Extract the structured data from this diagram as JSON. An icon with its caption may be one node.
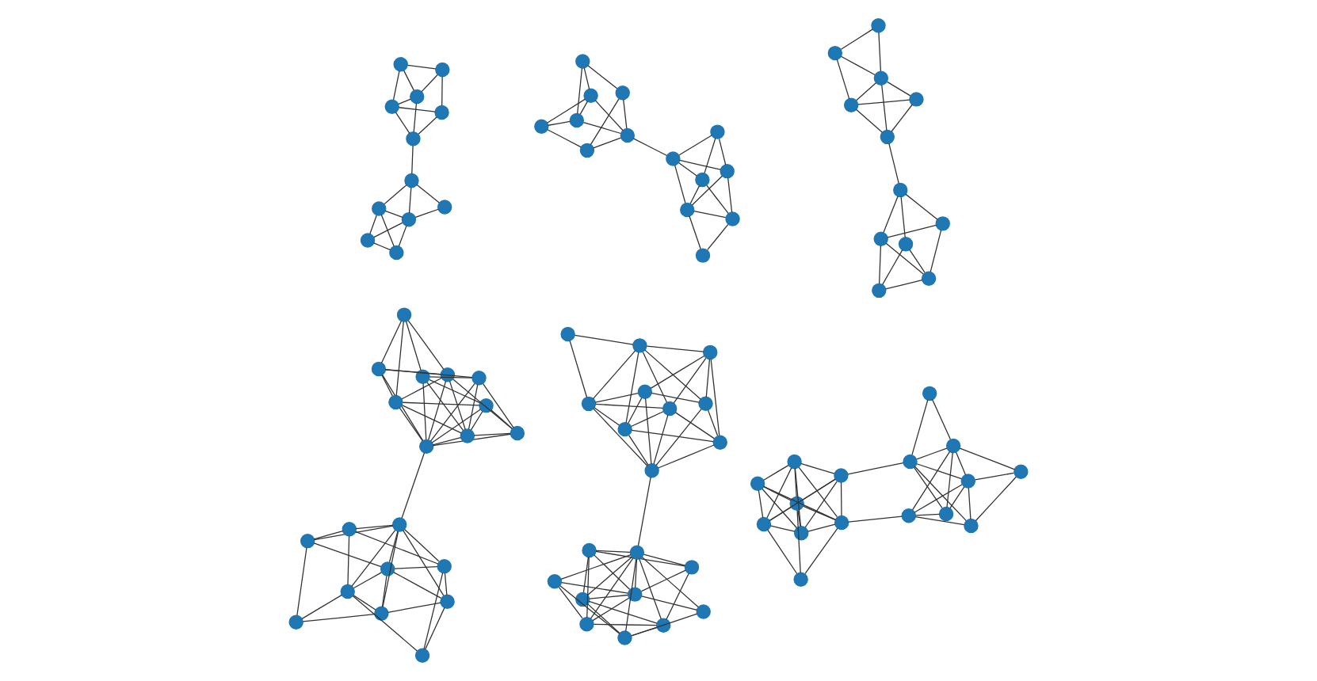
{
  "diagram": {
    "nodes": [
      {
        "text": [],
        "shape": "circle"
      },
      {
        "text": [],
        "shape": "circle"
      },
      {
        "text": [],
        "shape": "circle"
      },
      {
        "text": [],
        "shape": "circle"
      },
      {
        "text": [],
        "shape": "circle"
      },
      {
        "text": [],
        "shape": "circle"
      },
      {
        "text": [],
        "shape": "circle"
      },
      {
        "text": [],
        "shape": "circle"
      },
      {
        "text": [],
        "shape": "circle"
      },
      {
        "text": [],
        "shape": "circle"
      },
      {
        "text": [],
        "shape": "circle"
      },
      {
        "text": [],
        "shape": "circle"
      },
      {
        "text": [],
        "shape": "circle"
      },
      {
        "text": [],
        "shape": "circle"
      },
      {
        "text": [],
        "shape": "circle"
      },
      {
        "text": [],
        "shape": "circle"
      },
      {
        "text": [],
        "shape": "circle"
      },
      {
        "text": [],
        "shape": "circle"
      },
      {
        "text": [],
        "shape": "circle"
      },
      {
        "text": [],
        "shape": "circle"
      },
      {
        "text": [],
        "shape": "circle"
      },
      {
        "text": [],
        "shape": "circle"
      },
      {
        "text": [],
        "shape": "circle"
      },
      {
        "text": [],
        "shape": "circle"
      },
      {
        "text": [],
        "shape": "circle"
      },
      {
        "text": [],
        "shape": "circle"
      },
      {
        "text": [],
        "shape": "circle"
      },
      {
        "text": [],
        "shape": "circle"
      },
      {
        "text": [],
        "shape": "circle"
      },
      {
        "text": [],
        "shape": "circle"
      },
      {
        "text": [],
        "shape": "circle"
      },
      {
        "text": [],
        "shape": "circle"
      },
      {
        "text": [],
        "shape": "circle"
      },
      {
        "text": [],
        "shape": "circle"
      },
      {
        "text": [],
        "shape": "circle"
      },
      {
        "text": [],
        "shape": "circle"
      },
      {
        "text": [],
        "shape": "circle"
      },
      {
        "text": [],
        "shape": "circle"
      },
      {
        "text": [],
        "shape": "circle"
      },
      {
        "text": [],
        "shape": "circle"
      },
      {
        "text": [],
        "shape": "circle"
      },
      {
        "text": [],
        "shape": "circle"
      },
      {
        "text": [],
        "shape": "circle"
      },
      {
        "text": [],
        "shape": "circle"
      },
      {
        "text": [],
        "shape": "circle"
      },
      {
        "text": [],
        "shape": "circle"
      },
      {
        "text": [],
        "shape": "circle"
      },
      {
        "text": [],
        "shape": "circle"
      },
      {
        "text": [],
        "shape": "circle"
      },
      {
        "text": [],
        "shape": "circle"
      },
      {
        "text": [],
        "shape": "circle"
      },
      {
        "text": [],
        "shape": "circle"
      },
      {
        "text": [],
        "shape": "circle"
      },
      {
        "text": [],
        "shape": "circle"
      },
      {
        "text": [],
        "shape": "circle"
      },
      {
        "text": [],
        "shape": "circle"
      },
      {
        "text": [],
        "shape": "circle"
      },
      {
        "text": [],
        "shape": "circle"
      },
      {
        "text": [],
        "shape": "circle"
      },
      {
        "text": [],
        "shape": "circle"
      },
      {
        "text": [],
        "shape": "circle"
      },
      {
        "text": [],
        "shape": "circle"
      },
      {
        "text": [],
        "shape": "circle"
      },
      {
        "text": [],
        "shape": "circle"
      },
      {
        "text": [],
        "shape": "circle"
      },
      {
        "text": [],
        "shape": "circle"
      },
      {
        "text": [],
        "shape": "circle"
      },
      {
        "text": [],
        "shape": "circle"
      },
      {
        "text": [],
        "shape": "circle"
      },
      {
        "text": [],
        "shape": "circle"
      },
      {
        "text": [],
        "shape": "circle"
      },
      {
        "text": [],
        "shape": "circle"
      },
      {
        "text": [],
        "shape": "circle"
      },
      {
        "text": [],
        "shape": "circle"
      },
      {
        "text": [],
        "shape": "circle"
      },
      {
        "text": [],
        "shape": "circle"
      },
      {
        "text": [],
        "shape": "circle"
      },
      {
        "text": [],
        "shape": "circle"
      },
      {
        "text": [],
        "shape": "circle"
      },
      {
        "text": [],
        "shape": "circle"
      },
      {
        "text": [],
        "shape": "circle"
      },
      {
        "text": [],
        "shape": "circle"
      },
      {
        "text": [],
        "shape": "circle"
      },
      {
        "text": [],
        "shape": "circle"
      },
      {
        "text": [],
        "shape": "circle"
      },
      {
        "text": [],
        "shape": "circle"
      },
      {
        "text": [],
        "shape": "circle"
      },
      {
        "text": [],
        "shape": "circle"
      },
      {
        "text": [],
        "shape": "circle"
      },
      {
        "text": [],
        "shape": "circle"
      },
      {
        "text": [],
        "shape": "circle"
      },
      {
        "text": [],
        "shape": "circle"
      },
      {
        "text": [],
        "shape": "circle"
      },
      {
        "text": [],
        "shape": "circle"
      }
    ],
    "edges": [
      {
        "from": 0,
        "to": 1,
        "arrow": "none"
      },
      {
        "from": 0,
        "to": 2,
        "arrow": "none"
      },
      {
        "from": 0,
        "to": 3,
        "arrow": "none"
      },
      {
        "from": 1,
        "to": 2,
        "arrow": "none"
      },
      {
        "from": 1,
        "to": 4,
        "arrow": "none"
      },
      {
        "from": 2,
        "to": 3,
        "arrow": "none"
      },
      {
        "from": 2,
        "to": 5,
        "arrow": "none"
      },
      {
        "from": 3,
        "to": 4,
        "arrow": "none"
      },
      {
        "from": 3,
        "to": 5,
        "arrow": "none"
      },
      {
        "from": 4,
        "to": 5,
        "arrow": "none"
      },
      {
        "from": 5,
        "to": 6,
        "arrow": "none"
      },
      {
        "from": 6,
        "to": 7,
        "arrow": "none"
      },
      {
        "from": 6,
        "to": 8,
        "arrow": "none"
      },
      {
        "from": 6,
        "to": 9,
        "arrow": "none"
      },
      {
        "from": 7,
        "to": 9,
        "arrow": "none"
      },
      {
        "from": 8,
        "to": 9,
        "arrow": "none"
      },
      {
        "from": 8,
        "to": 10,
        "arrow": "none"
      },
      {
        "from": 8,
        "to": 11,
        "arrow": "none"
      },
      {
        "from": 9,
        "to": 10,
        "arrow": "none"
      },
      {
        "from": 9,
        "to": 11,
        "arrow": "none"
      },
      {
        "from": 10,
        "to": 11,
        "arrow": "none"
      },
      {
        "from": 12,
        "to": 13,
        "arrow": "none"
      },
      {
        "from": 12,
        "to": 14,
        "arrow": "none"
      },
      {
        "from": 12,
        "to": 15,
        "arrow": "none"
      },
      {
        "from": 13,
        "to": 14,
        "arrow": "none"
      },
      {
        "from": 13,
        "to": 16,
        "arrow": "none"
      },
      {
        "from": 15,
        "to": 18,
        "arrow": "none"
      },
      {
        "from": 15,
        "to": 17,
        "arrow": "none"
      },
      {
        "from": 16,
        "to": 17,
        "arrow": "none"
      },
      {
        "from": 16,
        "to": 18,
        "arrow": "none"
      },
      {
        "from": 14,
        "to": 17,
        "arrow": "none"
      },
      {
        "from": 14,
        "to": 18,
        "arrow": "none"
      },
      {
        "from": 17,
        "to": 18,
        "arrow": "none"
      },
      {
        "from": 14,
        "to": 19,
        "arrow": "none"
      },
      {
        "from": 19,
        "to": 20,
        "arrow": "none"
      },
      {
        "from": 19,
        "to": 23,
        "arrow": "none"
      },
      {
        "from": 19,
        "to": 24,
        "arrow": "none"
      },
      {
        "from": 19,
        "to": 25,
        "arrow": "none"
      },
      {
        "from": 20,
        "to": 21,
        "arrow": "none"
      },
      {
        "from": 20,
        "to": 22,
        "arrow": "none"
      },
      {
        "from": 20,
        "to": 23,
        "arrow": "none"
      },
      {
        "from": 20,
        "to": 24,
        "arrow": "none"
      },
      {
        "from": 21,
        "to": 22,
        "arrow": "none"
      },
      {
        "from": 22,
        "to": 23,
        "arrow": "none"
      },
      {
        "from": 22,
        "to": 24,
        "arrow": "none"
      },
      {
        "from": 23,
        "to": 25,
        "arrow": "none"
      },
      {
        "from": 24,
        "to": 25,
        "arrow": "none"
      },
      {
        "from": 26,
        "to": 27,
        "arrow": "none"
      },
      {
        "from": 26,
        "to": 28,
        "arrow": "none"
      },
      {
        "from": 26,
        "to": 29,
        "arrow": "none"
      },
      {
        "from": 27,
        "to": 29,
        "arrow": "none"
      },
      {
        "from": 29,
        "to": 30,
        "arrow": "none"
      },
      {
        "from": 28,
        "to": 29,
        "arrow": "none"
      },
      {
        "from": 28,
        "to": 31,
        "arrow": "none"
      },
      {
        "from": 28,
        "to": 30,
        "arrow": "none"
      },
      {
        "from": 29,
        "to": 31,
        "arrow": "none"
      },
      {
        "from": 31,
        "to": 30,
        "arrow": "none"
      },
      {
        "from": 30,
        "to": 32,
        "arrow": "none"
      },
      {
        "from": 32,
        "to": 33,
        "arrow": "none"
      },
      {
        "from": 32,
        "to": 34,
        "arrow": "none"
      },
      {
        "from": 32,
        "to": 36,
        "arrow": "none"
      },
      {
        "from": 33,
        "to": 34,
        "arrow": "none"
      },
      {
        "from": 33,
        "to": 35,
        "arrow": "none"
      },
      {
        "from": 34,
        "to": 35,
        "arrow": "none"
      },
      {
        "from": 34,
        "to": 37,
        "arrow": "none"
      },
      {
        "from": 35,
        "to": 36,
        "arrow": "none"
      },
      {
        "from": 35,
        "to": 37,
        "arrow": "none"
      },
      {
        "from": 36,
        "to": 37,
        "arrow": "none"
      },
      {
        "from": 38,
        "to": 39,
        "arrow": "none"
      },
      {
        "from": 38,
        "to": 40,
        "arrow": "none"
      },
      {
        "from": 38,
        "to": 42,
        "arrow": "none"
      },
      {
        "from": 39,
        "to": 43,
        "arrow": "none"
      },
      {
        "from": 39,
        "to": 42,
        "arrow": "none"
      },
      {
        "from": 39,
        "to": 45,
        "arrow": "none"
      },
      {
        "from": 40,
        "to": 43,
        "arrow": "none"
      },
      {
        "from": 40,
        "to": 47,
        "arrow": "none"
      },
      {
        "from": 41,
        "to": 40,
        "arrow": "none"
      },
      {
        "from": 41,
        "to": 42,
        "arrow": "none"
      },
      {
        "from": 41,
        "to": 47,
        "arrow": "none"
      },
      {
        "from": 41,
        "to": 46,
        "arrow": "none"
      },
      {
        "from": 42,
        "to": 47,
        "arrow": "none"
      },
      {
        "from": 42,
        "to": 44,
        "arrow": "none"
      },
      {
        "from": 42,
        "to": 43,
        "arrow": "none"
      },
      {
        "from": 43,
        "to": 45,
        "arrow": "none"
      },
      {
        "from": 43,
        "to": 46,
        "arrow": "none"
      },
      {
        "from": 43,
        "to": 47,
        "arrow": "none"
      },
      {
        "from": 44,
        "to": 45,
        "arrow": "none"
      },
      {
        "from": 44,
        "to": 46,
        "arrow": "none"
      },
      {
        "from": 45,
        "to": 46,
        "arrow": "none"
      },
      {
        "from": 45,
        "to": 47,
        "arrow": "none"
      },
      {
        "from": 46,
        "to": 47,
        "arrow": "none"
      },
      {
        "from": 39,
        "to": 47,
        "arrow": "none"
      },
      {
        "from": 47,
        "to": 48,
        "arrow": "none"
      },
      {
        "from": 48,
        "to": 49,
        "arrow": "none"
      },
      {
        "from": 48,
        "to": 50,
        "arrow": "none"
      },
      {
        "from": 48,
        "to": 51,
        "arrow": "none"
      },
      {
        "from": 48,
        "to": 52,
        "arrow": "none"
      },
      {
        "from": 48,
        "to": 53,
        "arrow": "none"
      },
      {
        "from": 48,
        "to": 54,
        "arrow": "none"
      },
      {
        "from": 48,
        "to": 55,
        "arrow": "none"
      },
      {
        "from": 48,
        "to": 57,
        "arrow": "none"
      },
      {
        "from": 49,
        "to": 50,
        "arrow": "none"
      },
      {
        "from": 49,
        "to": 51,
        "arrow": "none"
      },
      {
        "from": 49,
        "to": 52,
        "arrow": "none"
      },
      {
        "from": 49,
        "to": 56,
        "arrow": "none"
      },
      {
        "from": 49,
        "to": 54,
        "arrow": "none"
      },
      {
        "from": 50,
        "to": 54,
        "arrow": "none"
      },
      {
        "from": 50,
        "to": 53,
        "arrow": "none"
      },
      {
        "from": 50,
        "to": 57,
        "arrow": "none"
      },
      {
        "from": 52,
        "to": 53,
        "arrow": "none"
      },
      {
        "from": 52,
        "to": 54,
        "arrow": "none"
      },
      {
        "from": 52,
        "to": 51,
        "arrow": "none"
      },
      {
        "from": 53,
        "to": 55,
        "arrow": "none"
      },
      {
        "from": 53,
        "to": 54,
        "arrow": "none"
      },
      {
        "from": 54,
        "to": 55,
        "arrow": "none"
      },
      {
        "from": 55,
        "to": 56,
        "arrow": "none"
      },
      {
        "from": 55,
        "to": 57,
        "arrow": "none"
      },
      {
        "from": 56,
        "to": 52,
        "arrow": "none"
      },
      {
        "from": 56,
        "to": 51,
        "arrow": "none"
      },
      {
        "from": 51,
        "to": 57,
        "arrow": "none"
      },
      {
        "from": 54,
        "to": 57,
        "arrow": "none"
      },
      {
        "from": 58,
        "to": 59,
        "arrow": "none"
      },
      {
        "from": 58,
        "to": 60,
        "arrow": "none"
      },
      {
        "from": 58,
        "to": 61,
        "arrow": "none"
      },
      {
        "from": 58,
        "to": 62,
        "arrow": "none"
      },
      {
        "from": 58,
        "to": 66,
        "arrow": "none"
      },
      {
        "from": 59,
        "to": 63,
        "arrow": "none"
      },
      {
        "from": 59,
        "to": 61,
        "arrow": "none"
      },
      {
        "from": 59,
        "to": 66,
        "arrow": "none"
      },
      {
        "from": 60,
        "to": 61,
        "arrow": "none"
      },
      {
        "from": 60,
        "to": 63,
        "arrow": "none"
      },
      {
        "from": 60,
        "to": 66,
        "arrow": "none"
      },
      {
        "from": 60,
        "to": 65,
        "arrow": "none"
      },
      {
        "from": 61,
        "to": 62,
        "arrow": "none"
      },
      {
        "from": 61,
        "to": 64,
        "arrow": "none"
      },
      {
        "from": 61,
        "to": 66,
        "arrow": "none"
      },
      {
        "from": 61,
        "to": 67,
        "arrow": "none"
      },
      {
        "from": 62,
        "to": 63,
        "arrow": "none"
      },
      {
        "from": 62,
        "to": 66,
        "arrow": "none"
      },
      {
        "from": 62,
        "to": 64,
        "arrow": "none"
      },
      {
        "from": 63,
        "to": 65,
        "arrow": "none"
      },
      {
        "from": 63,
        "to": 66,
        "arrow": "none"
      },
      {
        "from": 64,
        "to": 65,
        "arrow": "none"
      },
      {
        "from": 64,
        "to": 66,
        "arrow": "none"
      },
      {
        "from": 65,
        "to": 66,
        "arrow": "none"
      },
      {
        "from": 65,
        "to": 67,
        "arrow": "none"
      },
      {
        "from": 67,
        "to": 66,
        "arrow": "none"
      },
      {
        "from": 66,
        "to": 68,
        "arrow": "none"
      },
      {
        "from": 68,
        "to": 69,
        "arrow": "none"
      },
      {
        "from": 68,
        "to": 70,
        "arrow": "none"
      },
      {
        "from": 68,
        "to": 72,
        "arrow": "none"
      },
      {
        "from": 68,
        "to": 71,
        "arrow": "none"
      },
      {
        "from": 68,
        "to": 75,
        "arrow": "none"
      },
      {
        "from": 68,
        "to": 76,
        "arrow": "none"
      },
      {
        "from": 69,
        "to": 70,
        "arrow": "none"
      },
      {
        "from": 69,
        "to": 71,
        "arrow": "none"
      },
      {
        "from": 69,
        "to": 74,
        "arrow": "none"
      },
      {
        "from": 69,
        "to": 72,
        "arrow": "none"
      },
      {
        "from": 70,
        "to": 72,
        "arrow": "none"
      },
      {
        "from": 70,
        "to": 73,
        "arrow": "none"
      },
      {
        "from": 70,
        "to": 76,
        "arrow": "none"
      },
      {
        "from": 71,
        "to": 73,
        "arrow": "none"
      },
      {
        "from": 71,
        "to": 74,
        "arrow": "none"
      },
      {
        "from": 71,
        "to": 76,
        "arrow": "none"
      },
      {
        "from": 72,
        "to": 73,
        "arrow": "none"
      },
      {
        "from": 72,
        "to": 75,
        "arrow": "none"
      },
      {
        "from": 72,
        "to": 74,
        "arrow": "none"
      },
      {
        "from": 73,
        "to": 74,
        "arrow": "none"
      },
      {
        "from": 73,
        "to": 75,
        "arrow": "none"
      },
      {
        "from": 73,
        "to": 77,
        "arrow": "none"
      },
      {
        "from": 74,
        "to": 76,
        "arrow": "none"
      },
      {
        "from": 75,
        "to": 77,
        "arrow": "none"
      },
      {
        "from": 75,
        "to": 76,
        "arrow": "none"
      },
      {
        "from": 70,
        "to": 75,
        "arrow": "none"
      },
      {
        "from": 78,
        "to": 79,
        "arrow": "none"
      },
      {
        "from": 78,
        "to": 80,
        "arrow": "none"
      },
      {
        "from": 78,
        "to": 81,
        "arrow": "none"
      },
      {
        "from": 78,
        "to": 82,
        "arrow": "none"
      },
      {
        "from": 78,
        "to": 83,
        "arrow": "none"
      },
      {
        "from": 79,
        "to": 80,
        "arrow": "none"
      },
      {
        "from": 79,
        "to": 81,
        "arrow": "none"
      },
      {
        "from": 79,
        "to": 82,
        "arrow": "none"
      },
      {
        "from": 79,
        "to": 83,
        "arrow": "none"
      },
      {
        "from": 79,
        "to": 85,
        "arrow": "none"
      },
      {
        "from": 80,
        "to": 81,
        "arrow": "none"
      },
      {
        "from": 80,
        "to": 83,
        "arrow": "none"
      },
      {
        "from": 80,
        "to": 85,
        "arrow": "none"
      },
      {
        "from": 80,
        "to": 82,
        "arrow": "none"
      },
      {
        "from": 81,
        "to": 82,
        "arrow": "none"
      },
      {
        "from": 81,
        "to": 83,
        "arrow": "none"
      },
      {
        "from": 81,
        "to": 84,
        "arrow": "none"
      },
      {
        "from": 81,
        "to": 85,
        "arrow": "none"
      },
      {
        "from": 82,
        "to": 84,
        "arrow": "none"
      },
      {
        "from": 82,
        "to": 85,
        "arrow": "none"
      },
      {
        "from": 83,
        "to": 84,
        "arrow": "none"
      },
      {
        "from": 83,
        "to": 85,
        "arrow": "none"
      },
      {
        "from": 83,
        "to": 86,
        "arrow": "none"
      },
      {
        "from": 85,
        "to": 88,
        "arrow": "none"
      },
      {
        "from": 86,
        "to": 87,
        "arrow": "none"
      },
      {
        "from": 86,
        "to": 89,
        "arrow": "none"
      },
      {
        "from": 86,
        "to": 90,
        "arrow": "none"
      },
      {
        "from": 86,
        "to": 93,
        "arrow": "none"
      },
      {
        "from": 87,
        "to": 88,
        "arrow": "none"
      },
      {
        "from": 87,
        "to": 89,
        "arrow": "none"
      },
      {
        "from": 87,
        "to": 91,
        "arrow": "none"
      },
      {
        "from": 88,
        "to": 89,
        "arrow": "none"
      },
      {
        "from": 88,
        "to": 90,
        "arrow": "none"
      },
      {
        "from": 88,
        "to": 92,
        "arrow": "none"
      },
      {
        "from": 88,
        "to": 93,
        "arrow": "none"
      },
      {
        "from": 89,
        "to": 90,
        "arrow": "none"
      },
      {
        "from": 89,
        "to": 91,
        "arrow": "none"
      },
      {
        "from": 89,
        "to": 93,
        "arrow": "none"
      },
      {
        "from": 90,
        "to": 93,
        "arrow": "none"
      },
      {
        "from": 91,
        "to": 93,
        "arrow": "none"
      },
      {
        "from": 92,
        "to": 93,
        "arrow": "none"
      }
    ]
  }
}
